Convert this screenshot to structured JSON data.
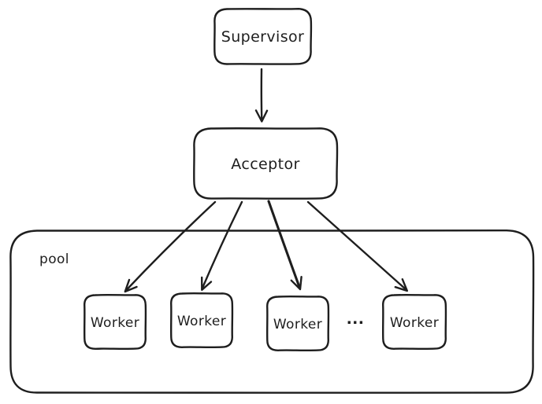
{
  "diagram": {
    "type": "flowchart",
    "style": "hand-drawn",
    "background_color": "#ffffff",
    "stroke_color": "#1e1e1e",
    "nodes": {
      "supervisor": {
        "label": "Supervisor"
      },
      "acceptor": {
        "label": "Acceptor"
      },
      "pool": {
        "label": "pool"
      },
      "workers": [
        {
          "label": "Worker"
        },
        {
          "label": "Worker"
        },
        {
          "label": "Worker"
        },
        {
          "label": "Worker"
        }
      ],
      "ellipsis": {
        "label": "..."
      }
    },
    "edges": [
      {
        "from": "Supervisor",
        "to": "Acceptor"
      },
      {
        "from": "Acceptor",
        "to": "Worker (1)"
      },
      {
        "from": "Acceptor",
        "to": "Worker (2)"
      },
      {
        "from": "Acceptor",
        "to": "Worker (3)"
      },
      {
        "from": "Acceptor",
        "to": "Worker (4)"
      }
    ]
  }
}
